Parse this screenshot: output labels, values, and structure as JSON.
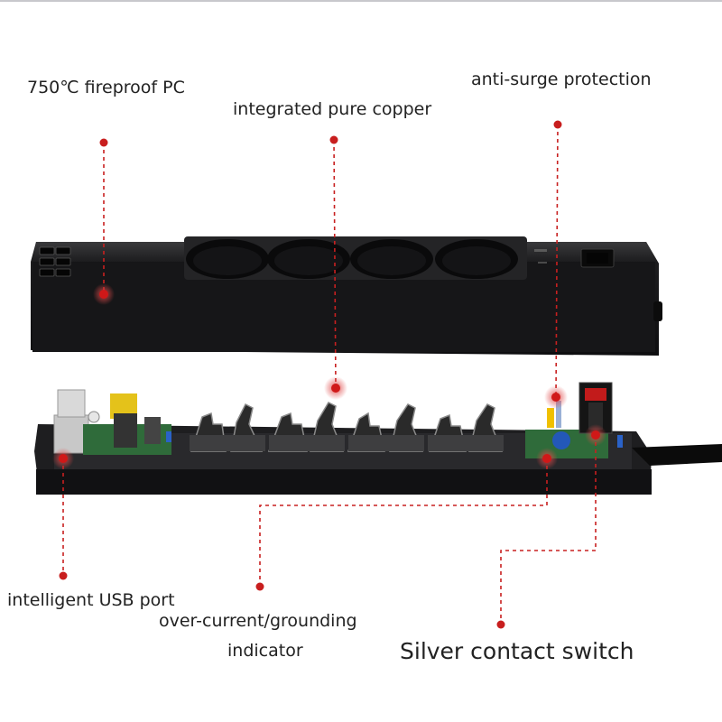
{
  "labels": {
    "fireproof": "750℃ fireproof PC",
    "copper": "integrated pure copper",
    "surge": "anti-surge protection",
    "usb": "intelligent USB port",
    "overcurrent_line1": "over-current/grounding",
    "overcurrent_line2": "indicator",
    "switch": "Silver contact switch"
  },
  "colors": {
    "accent": "#d32020",
    "housing": "#1c1c1e",
    "board": "#2f6b3a"
  }
}
